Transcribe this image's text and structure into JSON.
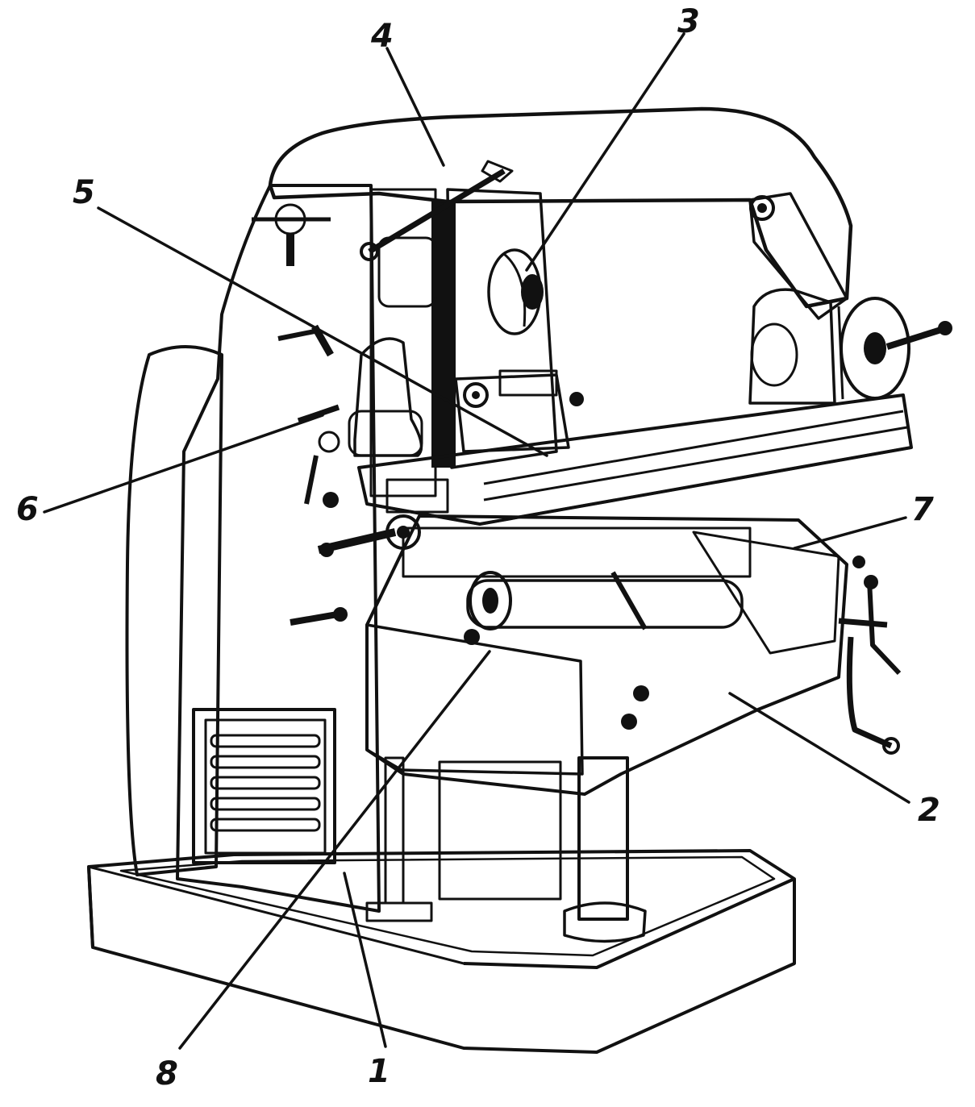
{
  "diagram": {
    "ink_color": "#111111",
    "background_color": "#ffffff",
    "callouts": [
      {
        "id": "c1",
        "label": "1"
      },
      {
        "id": "c2",
        "label": "2"
      },
      {
        "id": "c3",
        "label": "3"
      },
      {
        "id": "c4",
        "label": "4"
      },
      {
        "id": "c5",
        "label": "5"
      },
      {
        "id": "c6",
        "label": "6"
      },
      {
        "id": "c7",
        "label": "7"
      },
      {
        "id": "c8",
        "label": "8"
      }
    ]
  }
}
